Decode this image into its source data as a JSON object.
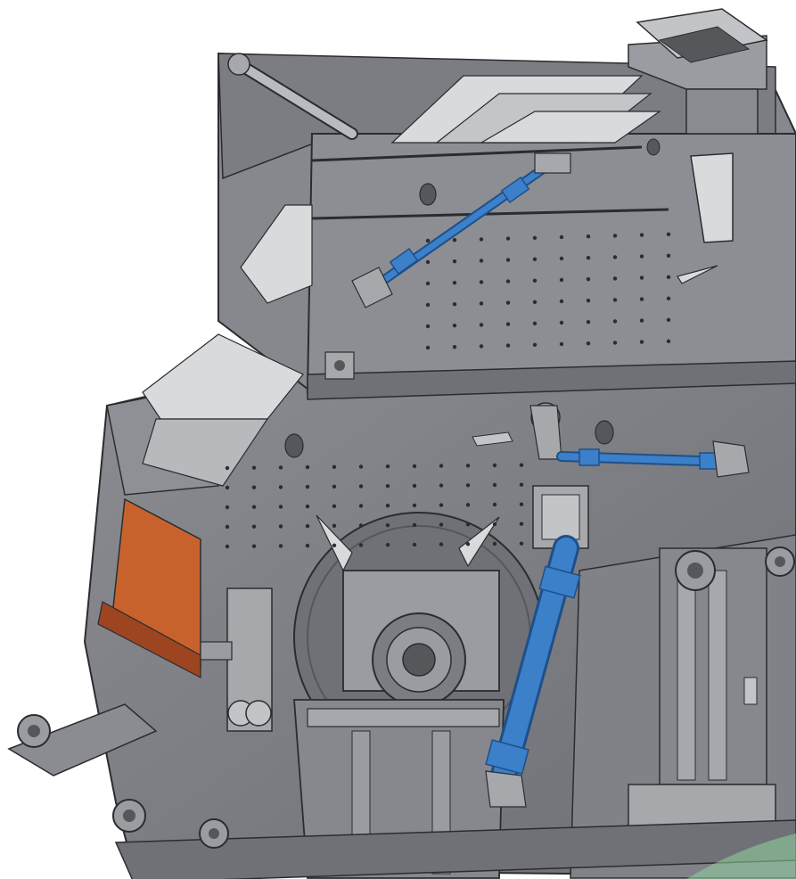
{
  "figure": {
    "subject": "crusher-machine-cad-render",
    "colors": {
      "background": "#ffffff",
      "steel": "#7d7f84",
      "steel_light": "#9a9ca1",
      "steel_dark": "#55575b",
      "edge": "#2b2c2f",
      "liner": "#d9dadc",
      "hydraulic": "#2f6fb6",
      "hydraulic_dark": "#1f4f8a",
      "wear_plate": "#c8622d",
      "wear_plate_dark": "#9c4520",
      "accent_green": "#8fd3a0"
    },
    "components": {
      "hydraulic_cylinders": 3,
      "wear_plates": 1
    }
  }
}
